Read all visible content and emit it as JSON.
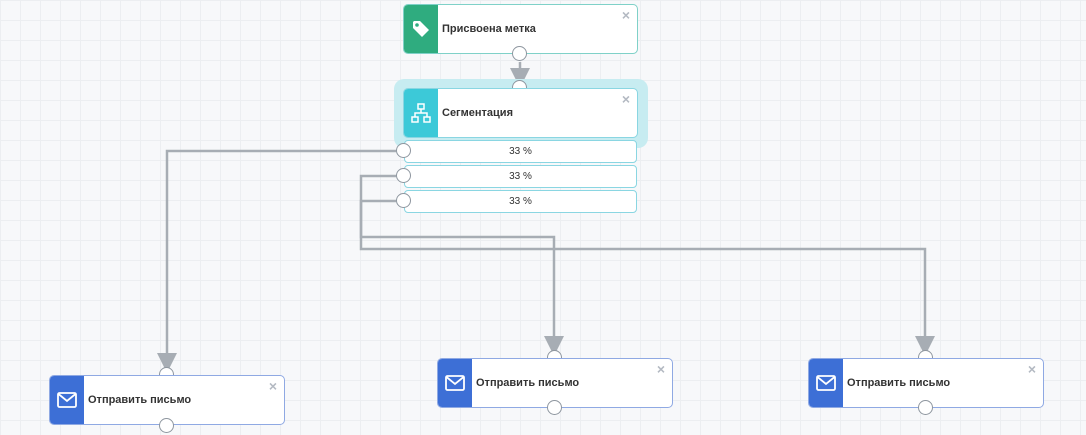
{
  "nodes": {
    "tag": {
      "title": "Присвоена метка",
      "icon": "tag-icon",
      "color": "#2fac7f",
      "close": "×"
    },
    "segmentation": {
      "title": "Сегментация",
      "icon": "segmentation-icon",
      "color": "#3cc9d8",
      "close": "×"
    },
    "branches": [
      {
        "label": "33 %"
      },
      {
        "label": "33 %"
      },
      {
        "label": "33 %"
      }
    ],
    "mail": [
      {
        "title": "Отправить письмо",
        "icon": "envelope-icon",
        "color": "#3d6fd6",
        "close": "×"
      },
      {
        "title": "Отправить письмо",
        "icon": "envelope-icon",
        "color": "#3d6fd6",
        "close": "×"
      },
      {
        "title": "Отправить письмо",
        "icon": "envelope-icon",
        "color": "#3d6fd6",
        "close": "×"
      }
    ]
  },
  "colors": {
    "connector": "#a7adb4",
    "grid": "#eceef1",
    "selection_halo": "#c7ecf1"
  }
}
